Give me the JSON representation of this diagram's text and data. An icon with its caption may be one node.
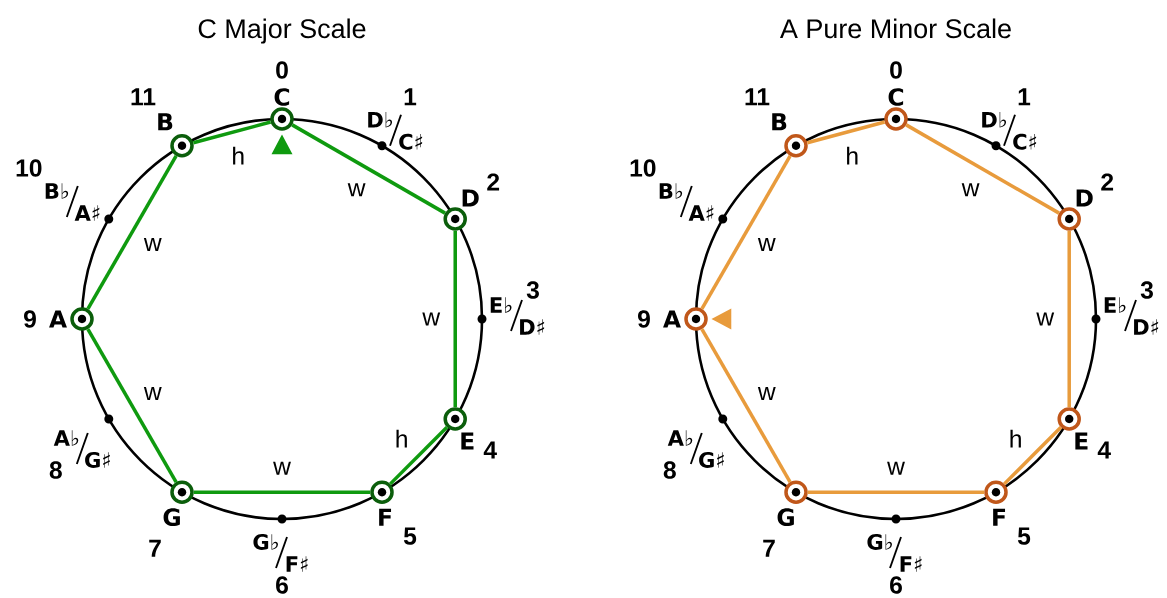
{
  "diagram": {
    "nodes": [
      {
        "text": [
          "C Major Scale"
        ]
      },
      {
        "text": [
          "C"
        ],
        "beside": [
          "0"
        ],
        "in": 0
      },
      {
        "text": [
          "D♭",
          "C♯"
        ],
        "beside": [
          "1"
        ],
        "in": 0
      },
      {
        "text": [
          "D"
        ],
        "beside": [
          "2"
        ],
        "in": 0
      },
      {
        "text": [
          "E♭",
          "D♯"
        ],
        "beside": [
          "3"
        ],
        "in": 0
      },
      {
        "text": [
          "E"
        ],
        "beside": [
          "4"
        ],
        "in": 0
      },
      {
        "text": [
          "F"
        ],
        "beside": [
          "5"
        ],
        "in": 0
      },
      {
        "text": [
          "G♭",
          "F♯"
        ],
        "beside": [
          "6"
        ],
        "in": 0
      },
      {
        "text": [
          "G"
        ],
        "beside": [
          "7"
        ],
        "in": 0
      },
      {
        "text": [
          "A♭",
          "G♯"
        ],
        "beside": [
          "8"
        ],
        "in": 0
      },
      {
        "text": [
          "A"
        ],
        "beside": [
          "9"
        ],
        "in": 0
      },
      {
        "text": [
          "B♭",
          "A♯"
        ],
        "beside": [
          "10"
        ],
        "in": 0
      },
      {
        "text": [
          "B"
        ],
        "beside": [
          "11"
        ],
        "in": 0
      },
      {
        "text": [
          "A Pure Minor Scale"
        ]
      },
      {
        "text": [
          "C"
        ],
        "beside": [
          "0"
        ],
        "in": 13
      },
      {
        "text": [
          "D♭",
          "C♯"
        ],
        "beside": [
          "1"
        ],
        "in": 13
      },
      {
        "text": [
          "D"
        ],
        "beside": [
          "2"
        ],
        "in": 13
      },
      {
        "text": [
          "E♭",
          "D♯"
        ],
        "beside": [
          "3"
        ],
        "in": 13
      },
      {
        "text": [
          "E"
        ],
        "beside": [
          "4"
        ],
        "in": 13
      },
      {
        "text": [
          "F"
        ],
        "beside": [
          "5"
        ],
        "in": 13
      },
      {
        "text": [
          "G♭",
          "F♯"
        ],
        "beside": [
          "6"
        ],
        "in": 13
      },
      {
        "text": [
          "G"
        ],
        "beside": [
          "7"
        ],
        "in": 13
      },
      {
        "text": [
          "A♭",
          "G♯"
        ],
        "beside": [
          "8"
        ],
        "in": 13
      },
      {
        "text": [
          "A"
        ],
        "beside": [
          "9"
        ],
        "in": 13
      },
      {
        "text": [
          "B♭",
          "A♯"
        ],
        "beside": [
          "10"
        ],
        "in": 13
      },
      {
        "text": [
          "B"
        ],
        "beside": [
          "11"
        ],
        "in": 13
      }
    ],
    "edges": [
      {
        "from": null,
        "to": 1,
        "arrow": "to",
        "color": "#0f9a0f"
      },
      {
        "from": 1,
        "to": 3,
        "arrow": "none",
        "label": "w",
        "color": "#0f9a0f"
      },
      {
        "from": 3,
        "to": 5,
        "arrow": "none",
        "label": "w",
        "color": "#0f9a0f"
      },
      {
        "from": 5,
        "to": 6,
        "arrow": "none",
        "label": "h",
        "color": "#0f9a0f"
      },
      {
        "from": 6,
        "to": 8,
        "arrow": "none",
        "label": "w",
        "color": "#0f9a0f"
      },
      {
        "from": 8,
        "to": 10,
        "arrow": "none",
        "label": "w",
        "color": "#0f9a0f"
      },
      {
        "from": 10,
        "to": 12,
        "arrow": "none",
        "label": "w",
        "color": "#0f9a0f"
      },
      {
        "from": 12,
        "to": 1,
        "arrow": "none",
        "label": "h",
        "color": "#0f9a0f"
      },
      {
        "from": null,
        "to": 23,
        "arrow": "to",
        "color": "#e89b3c"
      },
      {
        "from": 23,
        "to": 25,
        "arrow": "none",
        "label": "w",
        "color": "#e89b3c"
      },
      {
        "from": 25,
        "to": 14,
        "arrow": "none",
        "label": "h",
        "color": "#e89b3c"
      },
      {
        "from": 14,
        "to": 16,
        "arrow": "none",
        "label": "w",
        "color": "#e89b3c"
      },
      {
        "from": 16,
        "to": 18,
        "arrow": "none",
        "label": "w",
        "color": "#e89b3c"
      },
      {
        "from": 18,
        "to": 19,
        "arrow": "none",
        "label": "h",
        "color": "#e89b3c"
      },
      {
        "from": 19,
        "to": 21,
        "arrow": "none",
        "label": "w",
        "color": "#e89b3c"
      },
      {
        "from": 21,
        "to": 23,
        "arrow": "none",
        "label": "w",
        "color": "#e89b3c"
      }
    ]
  }
}
